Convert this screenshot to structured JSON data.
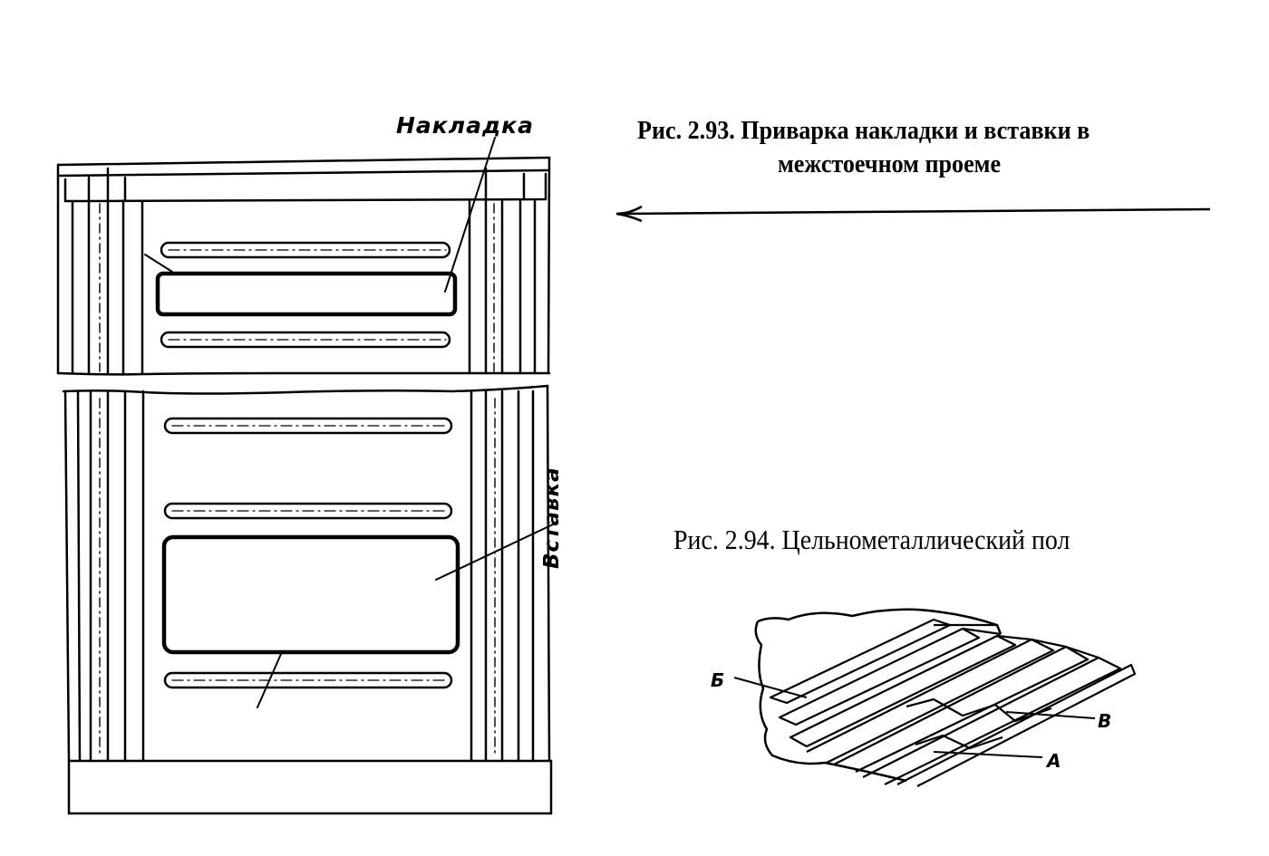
{
  "figure_93": {
    "caption_line1": "Рис. 2.93. Приварка накладки и вставки в",
    "caption_line2": "межстоечном проеме",
    "label_overlay": "Накладка",
    "label_insert": "Вставка"
  },
  "figure_94": {
    "caption": "Рис. 2.94. Цельнометаллический пол",
    "label_b": "Б",
    "label_v": "В",
    "label_a": "А"
  }
}
